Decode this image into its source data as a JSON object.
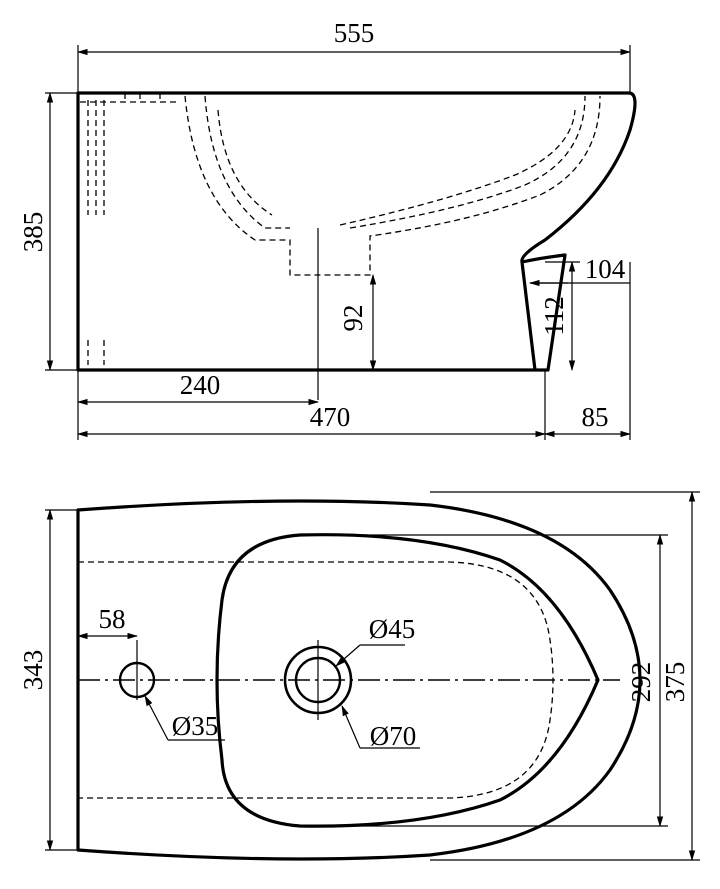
{
  "side_view": {
    "dims": {
      "overall_length": "555",
      "height": "385",
      "top_to_floor": "104",
      "rear_inset": "112",
      "drain_height": "92",
      "drain_offset": "240",
      "base_length": "470",
      "foot_length": "85"
    }
  },
  "plan_view": {
    "dims": {
      "overall_width": "343",
      "rim_width": "292",
      "max_width": "375",
      "tap_offset": "58",
      "tap_hole": "Ø35",
      "waste_inner": "Ø45",
      "waste_outer": "Ø70"
    }
  }
}
